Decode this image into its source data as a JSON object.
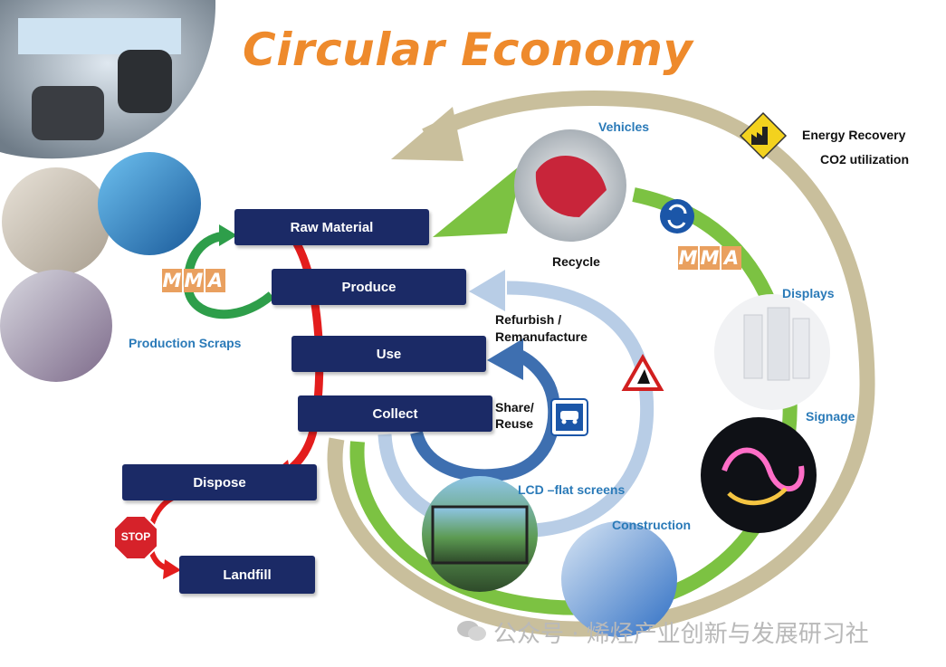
{
  "title": "Circular Economy",
  "boxes": {
    "raw_material": "Raw Material",
    "produce": "Produce",
    "use": "Use",
    "collect": "Collect",
    "dispose": "Dispose",
    "landfill": "Landfill"
  },
  "labels": {
    "vehicles": "Vehicles",
    "energy_recovery": "Energy Recovery",
    "co2_utilization": "CO2 utilization",
    "recycle": "Recycle",
    "displays": "Displays",
    "signage": "Signage",
    "production_scraps": "Production Scraps",
    "refurbish": "Refurbish /",
    "remanufacture": "Remanufacture",
    "share": "Share/",
    "reuse": "Reuse",
    "lcd": "LCD –flat screens",
    "construction": "Construction"
  },
  "badges": {
    "stop": "STOP",
    "mma_letters": [
      "M",
      "M",
      "A"
    ]
  },
  "watermark": "公众号 · 烯烃产业创新与发展研习社",
  "colors": {
    "title": "#ee8a2c",
    "box": "#1b2a66",
    "label_blue": "#2a7ab8",
    "outer_ring": "#c9bf9c",
    "green_ring": "#7cc242",
    "light_blue_ring": "#b8cde6",
    "dark_blue_ring": "#3e6fb0",
    "red_arrow": "#e31d1d",
    "mma": "#e9a05f"
  },
  "icons": [
    "factory-warning-icon",
    "recycle-arrows-icon",
    "roadwork-sign-icon",
    "car-sharing-icon",
    "stop-sign-icon",
    "wechat-icon"
  ]
}
